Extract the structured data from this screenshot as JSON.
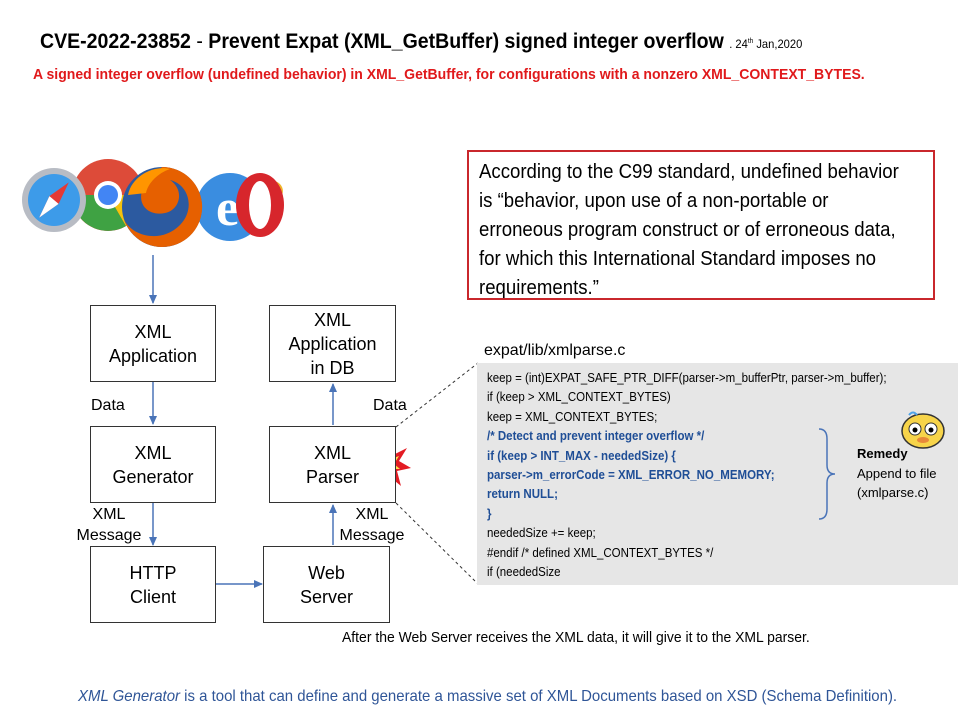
{
  "title": {
    "cve": "CVE-2022-23852",
    "separator": "-",
    "main": "Prevent Expat (XML_GetBuffer) signed integer overflow",
    "date_prefix": ". 24",
    "date_sup": "th",
    "date_suffix": " Jan,2020"
  },
  "subtitle": "A signed integer overflow (undefined behavior) in XML_GetBuffer, for configurations with a nonzero XML_CONTEXT_BYTES.",
  "definition": [
    "According to the C99 standard, undefined behavior",
    "is “behavior, upon use of a non-portable or",
    "erroneous program construct or of erroneous data,",
    "for which this International  Standard imposes no",
    "requirements.”"
  ],
  "boxes": {
    "xml_application": [
      "XML",
      "Application"
    ],
    "xml_generator": [
      "XML",
      "Generator"
    ],
    "http_client": [
      "HTTP",
      "Client"
    ],
    "xml_app_db": [
      "XML",
      "Application",
      "in DB"
    ],
    "xml_parser": [
      "XML",
      "Parser"
    ],
    "web_server": [
      "Web",
      "Server"
    ]
  },
  "labels": {
    "data_left": "Data",
    "data_right": "Data",
    "xml_message_left": [
      "XML",
      "Message"
    ],
    "xml_message_right": [
      "XML",
      "Message"
    ]
  },
  "code": {
    "file": "expat/lib/xmlparse.c",
    "lines": [
      {
        "text": "keep = (int)EXPAT_SAFE_PTR_DIFF(parser->m_bufferPtr,  parser->m_buffer);",
        "hl": false
      },
      {
        "text": "if (keep > XML_CONTEXT_BYTES)",
        "hl": false
      },
      {
        "text": "  keep = XML_CONTEXT_BYTES;",
        "hl": false
      },
      {
        "text": "/* Detect  and prevent integer overflow */",
        "hl": true
      },
      {
        "text": "if (keep > INT_MAX - neededSize) {",
        "hl": true
      },
      {
        "text": "  parser->m_errorCode  = XML_ERROR_NO_MEMORY;",
        "hl": true
      },
      {
        "text": "  return NULL;",
        "hl": true
      },
      {
        "text": "  }",
        "hl": true
      },
      {
        "text": "  neededSize += keep;",
        "hl": false
      },
      {
        "text": "#endif /* defined XML_CONTEXT_BYTES  */",
        "hl": false
      },
      {
        "text": "    if (neededSize",
        "hl": false
      }
    ],
    "remedy_title": "Remedy",
    "remedy_lines": [
      "Append to file",
      "(xmlparse.c)"
    ]
  },
  "note": "After the Web Server receives the XML data, it will give it to the XML parser.",
  "footer": {
    "term": "XML Generator",
    "text": " is a tool that can define and generate a massive set of XML Documents based on XSD (Schema Definition)."
  },
  "colors": {
    "subtitle": "#e0191b",
    "definition_border": "#c9272c",
    "arrow": "#4a74b8",
    "code_highlight": "#1f4e96",
    "footer": "#2f5597",
    "code_bg": "#e6e6e6"
  }
}
